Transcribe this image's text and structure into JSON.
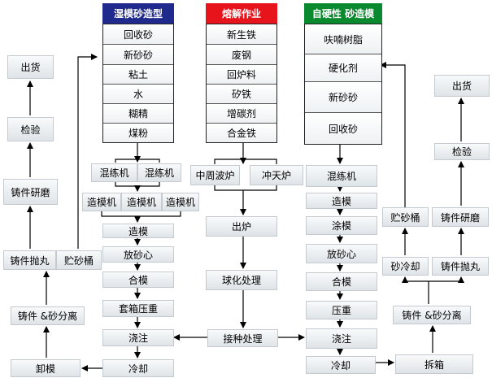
{
  "sections": {
    "green_sand": {
      "title": "湿模砂造型",
      "title_bg": "#1f2a8c",
      "materials": [
        "回收砂",
        "新砂砂",
        "粘土",
        "水",
        "糊精",
        "煤粉"
      ]
    },
    "melting": {
      "title": "熔解作业",
      "title_bg": "#e8141b",
      "materials": [
        "新生铁",
        "废钢",
        "回炉料",
        "矽铁",
        "增碳剂",
        "合金铁"
      ]
    },
    "self_hardening": {
      "title": "自硬性 砂造模",
      "title_bg": "#0a8a2e",
      "materials": [
        "呋喃树脂",
        "硬化剂",
        "新砂砂",
        "回收砂"
      ]
    }
  },
  "steps": {
    "left_outer": {
      "ship": "出货",
      "inspect": "检验",
      "grind": "铸件研磨",
      "shot": "铸件抛丸",
      "store_sand": "贮砂桶",
      "separate": "铸件 &砂分离",
      "unload": "卸模"
    },
    "left_main": {
      "mixer_a": "混练机",
      "mixer_b": "混练机",
      "mold_a": "造模机",
      "mold_b": "造模机",
      "mold_c": "造模机",
      "molding": "造模",
      "core": "放砂心",
      "close": "合模",
      "weight": "套箱压重",
      "pour": "浇注",
      "cool": "冷却"
    },
    "center": {
      "furnace_a": "中周波炉",
      "furnace_b": "冲天炉",
      "tap": "出炉",
      "spheroid": "球化处理",
      "inoculate": "接种处理"
    },
    "right_main": {
      "mixer": "混练机",
      "molding": "造模",
      "coat": "涂模",
      "core": "放砂心",
      "close": "合模",
      "weight": "压重",
      "pour": "浇注",
      "cool": "冷却"
    },
    "right_outer": {
      "ship": "出货",
      "inspect": "检验",
      "grind": "铸件研磨",
      "shot": "铸件抛丸",
      "store_sand": "贮砂桶",
      "cool_sand": "砂冷却",
      "separate": "铸件 &砂分离",
      "shakeout": "拆箱"
    }
  }
}
